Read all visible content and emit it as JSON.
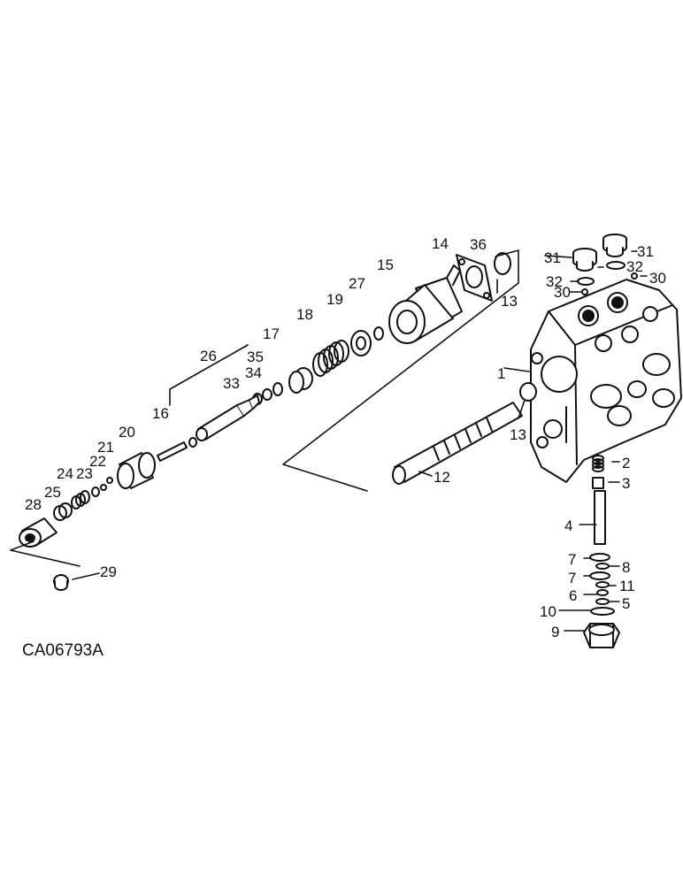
{
  "figure_code": "CA06793A",
  "callouts": {
    "c1": "1",
    "c2": "2",
    "c3": "3",
    "c4": "4",
    "c5": "5",
    "c6": "6",
    "c7a": "7",
    "c7b": "7",
    "c8": "8",
    "c9": "9",
    "c10": "10",
    "c11": "11",
    "c12": "12",
    "c13a": "13",
    "c13b": "13",
    "c14": "14",
    "c15": "15",
    "c16": "16",
    "c17": "17",
    "c18": "18",
    "c19": "19",
    "c20": "20",
    "c21": "21",
    "c22": "22",
    "c23": "23",
    "c24": "24",
    "c25": "25",
    "c26": "26",
    "c27": "27",
    "c28": "28",
    "c29": "29",
    "c30a": "30",
    "c30b": "30",
    "c31a": "31",
    "c31b": "31",
    "c32a": "32",
    "c32b": "32",
    "c33": "33",
    "c34": "34",
    "c35": "35",
    "c36": "36"
  }
}
